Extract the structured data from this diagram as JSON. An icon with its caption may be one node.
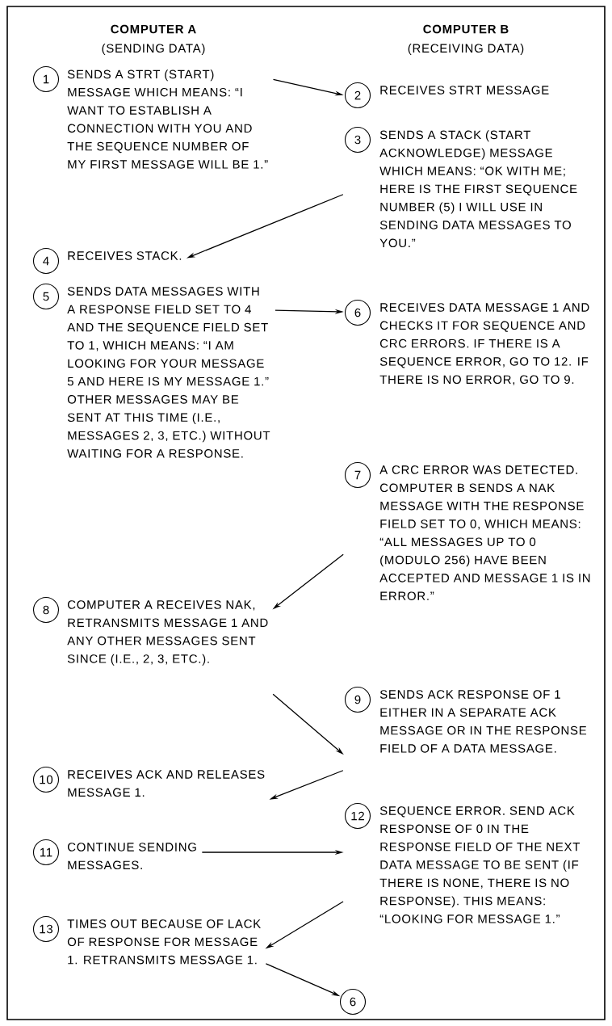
{
  "diagram": {
    "nodes": [
      {
        "text": [
          "1",
          "SENDS A STRT (START) MESSAGE WHICH MEANS: “I WANT TO ESTABLISH A CONNECTION WITH YOU AND THE SEQUENCE NUMBER OF MY FIRST MESSAGE WILL BE 1.”"
        ]
      },
      {
        "text": [
          "2",
          "RECEIVES STRT MESSAGE"
        ]
      },
      {
        "text": [
          "3",
          "SENDS A STACK (START ACKNOWLEDGE) MESSAGE WHICH MEANS: “OK WITH ME; HERE IS THE FIRST SEQUENCE NUMBER (5) I WILL USE IN SENDING DATA MESSAGES TO YOU.”"
        ]
      },
      {
        "text": [
          "4",
          "RECEIVES STACK."
        ]
      },
      {
        "text": [
          "5",
          "SENDS DATA MESSAGES WITH A RESPONSE FIELD SET TO 4 AND THE SEQUENCE FIELD SET TO 1, WHICH MEANS: “I AM LOOKING FOR YOUR MESSAGE 5 AND HERE IS MY MESSAGE 1.” OTHER MESSAGES MAY BE SENT AT THIS TIME (I.E., MESSAGES 2, 3, ETC.) WITHOUT WAITING FOR A RESPONSE."
        ]
      },
      {
        "text": [
          "6",
          "RECEIVES DATA MESSAGE 1 AND CHECKS IT FOR SEQUENCE AND CRC ERRORS. IF THERE IS A SEQUENCE ERROR, GO TO 12. IF THERE IS NO ERROR, GO TO 9."
        ]
      },
      {
        "text": [
          "7",
          "A CRC ERROR WAS DETECTED. COMPUTER B SENDS A NAK MESSAGE WITH THE RESPONSE FIELD SET TO 0, WHICH MEANS: “ALL MESSAGES UP TO 0 (MODULO 256) HAVE BEEN ACCEPTED AND MESSAGE 1 IS IN ERROR.”"
        ]
      },
      {
        "text": [
          "8",
          "COMPUTER A RECEIVES NAK, RETRANSMITS MESSAGE 1 AND ANY OTHER MESSAGES SENT SINCE (I.E., 2, 3, ETC.)."
        ]
      },
      {
        "text": [
          "9",
          "SENDS ACK RESPONSE OF 1 EITHER IN A SEPARATE ACK MESSAGE OR IN THE RESPONSE FIELD OF A DATA MESSAGE."
        ]
      },
      {
        "text": [
          "10",
          "RECEIVES ACK AND RELEASES MESSAGE 1."
        ]
      },
      {
        "text": [
          "11",
          "CONTINUE SENDING MESSAGES."
        ]
      },
      {
        "text": [
          "12",
          "SEQUENCE ERROR. SEND ACK RESPONSE OF 0 IN THE RESPONSE FIELD OF THE NEXT DATA MESSAGE TO BE SENT (IF THERE IS NONE, THERE IS NO RESPONSE). THIS MEANS: “LOOKING FOR MESSAGE 1.”"
        ]
      },
      {
        "text": [
          "13",
          "TIMES OUT BECAUSE OF LACK OF RESPONSE FOR MESSAGE 1. RETRANSMITS MESSAGE 1."
        ]
      },
      {
        "text": [
          "6"
        ]
      }
    ],
    "edges": [
      {
        "from": 0,
        "to": 1,
        "arrow": "to"
      },
      {
        "from": 2,
        "to": 3,
        "arrow": "to"
      },
      {
        "from": 4,
        "to": 5,
        "arrow": "to"
      },
      {
        "from": 6,
        "to": 7,
        "arrow": "to"
      },
      {
        "from": 7,
        "to": 8,
        "arrow": "to"
      },
      {
        "from": 8,
        "to": 9,
        "arrow": "to"
      },
      {
        "from": 10,
        "to": 11,
        "arrow": "to"
      },
      {
        "from": 11,
        "to": 12,
        "arrow": "to"
      },
      {
        "from": 12,
        "to": 13,
        "arrow": "to"
      }
    ],
    "labels": [
      "COMPUTER A",
      "(SENDING DATA)",
      "COMPUTER B",
      "(RECEIVING DATA)"
    ]
  }
}
